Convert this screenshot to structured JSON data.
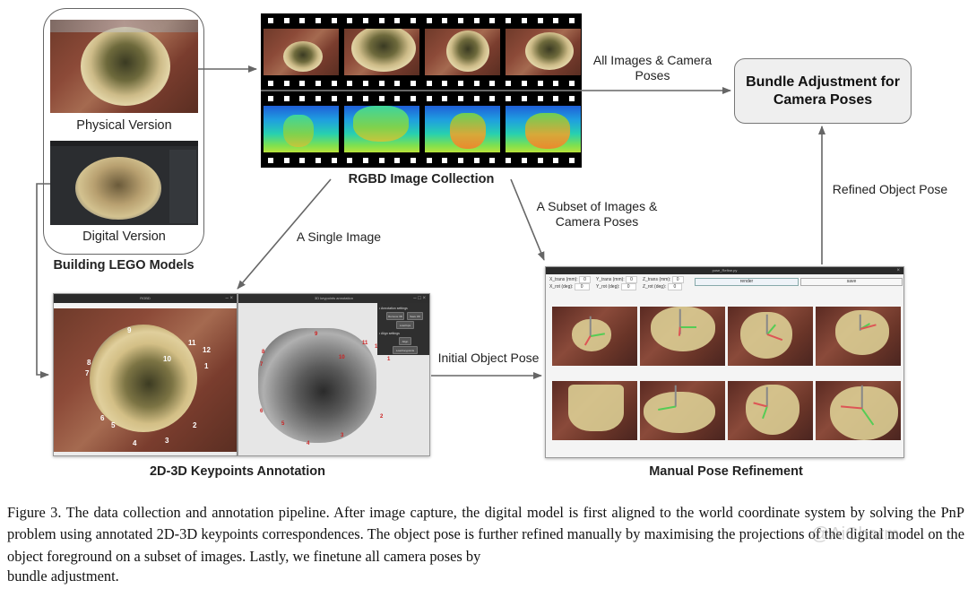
{
  "figure": {
    "title": "Data collection and annotation pipeline"
  },
  "lego_models": {
    "physical_label": "Physical Version",
    "digital_label": "Digital Version",
    "group_label": "Building LEGO Models"
  },
  "rgbd": {
    "label": "RGBD Image Collection",
    "rgb_frame_count": 4,
    "depth_frame_count": 4
  },
  "bundle": {
    "line1": "Bundle Adjustment for",
    "line2": "Camera Poses"
  },
  "edges": {
    "all_images_line1": "All Images & Camera",
    "all_images_line2": "Poses",
    "single_image": "A Single Image",
    "subset_line1": "A Subset of Images &",
    "subset_line2": "Camera Poses",
    "initial_pose": "Initial Object Pose",
    "refined_pose": "Refined Object Pose"
  },
  "keypoints": {
    "label": "2D-3D Keypoints Annotation",
    "left_window_title": "RGBD",
    "right_window_title": "3D keypoints annotation",
    "panel_section1": "• Annotation settings",
    "btn_remove": "Remove 3D",
    "btn_save": "Save 3D",
    "btn_load_kps": "Load kps",
    "panel_section2": "• Align settings",
    "btn_align": "Align",
    "btn_load_keypoints": "Load keypoints",
    "keypoint_ids": [
      "1",
      "2",
      "3",
      "4",
      "5",
      "6",
      "7",
      "8",
      "9",
      "10",
      "11",
      "12"
    ]
  },
  "pose_refinement": {
    "label": "Manual Pose Refinement",
    "window_title": "pose_Refine.py",
    "fields": [
      {
        "label": "X_trans (mm):",
        "value": "0"
      },
      {
        "label": "Y_trans (mm):",
        "value": "0"
      },
      {
        "label": "Z_trans (mm):",
        "value": "0"
      },
      {
        "label": "X_rot (deg):",
        "value": "0"
      },
      {
        "label": "Y_rot (deg):",
        "value": "0"
      },
      {
        "label": "Z_rot (deg):",
        "value": "0"
      }
    ],
    "render_button": "render",
    "save_button": "save",
    "thumbnail_count": 8
  },
  "caption": {
    "text": "Figure 3.  The data collection and annotation pipeline.  After image capture, the digital model is first aligned to the world coordinate system by solving the PnP problem using annotated 2D-3D keypoints correspondences.  The object pose is further refined manually by maximising the projections of the digital model on the object foreground on a subset of images.  Lastly, we finetune all camera poses by",
    "last_line": "bundle adjustment."
  },
  "watermark": "@AiCharm",
  "colors": {
    "arrow": "#666666",
    "bundle_box_fill": "#efefef",
    "film": "#000000",
    "keypoint_3d": "#cc2222"
  }
}
